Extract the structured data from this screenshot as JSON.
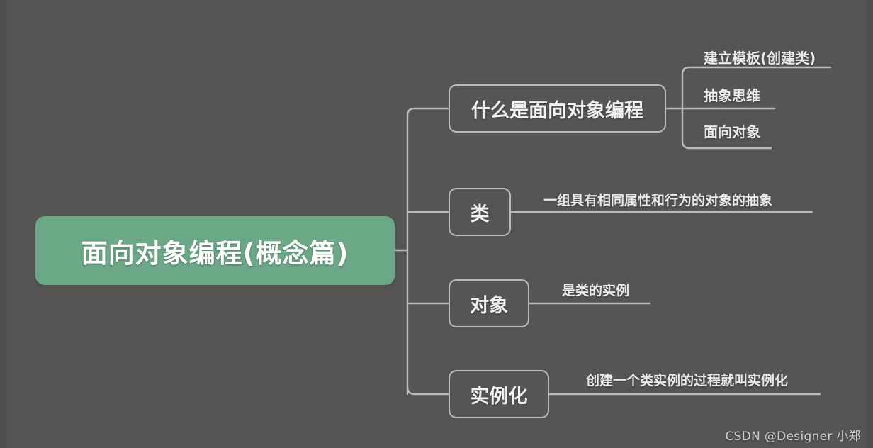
{
  "canvas": {
    "background_color": "#555654",
    "wire_color": "#b9bcb7",
    "accent_color": "#6ba885",
    "text_color": "#f2f3f1"
  },
  "root": {
    "label": "面向对象编程(概念篇)"
  },
  "branches": [
    {
      "id": "concept",
      "label": "什么是面向对象编程",
      "leaves": [
        {
          "id": "template",
          "label": "建立模板(创建类)"
        },
        {
          "id": "abstract",
          "label": "抽象思维"
        },
        {
          "id": "oop",
          "label": "面向对象"
        }
      ]
    },
    {
      "id": "class",
      "label": "类",
      "note": "一组具有相同属性和行为的对象的抽象"
    },
    {
      "id": "object",
      "label": "对象",
      "note": "是类的实例"
    },
    {
      "id": "instantiate",
      "label": "实例化",
      "note": "创建一个类实例的过程就叫实例化"
    }
  ],
  "watermark": {
    "text": "CSDN @Designer 小郑"
  }
}
